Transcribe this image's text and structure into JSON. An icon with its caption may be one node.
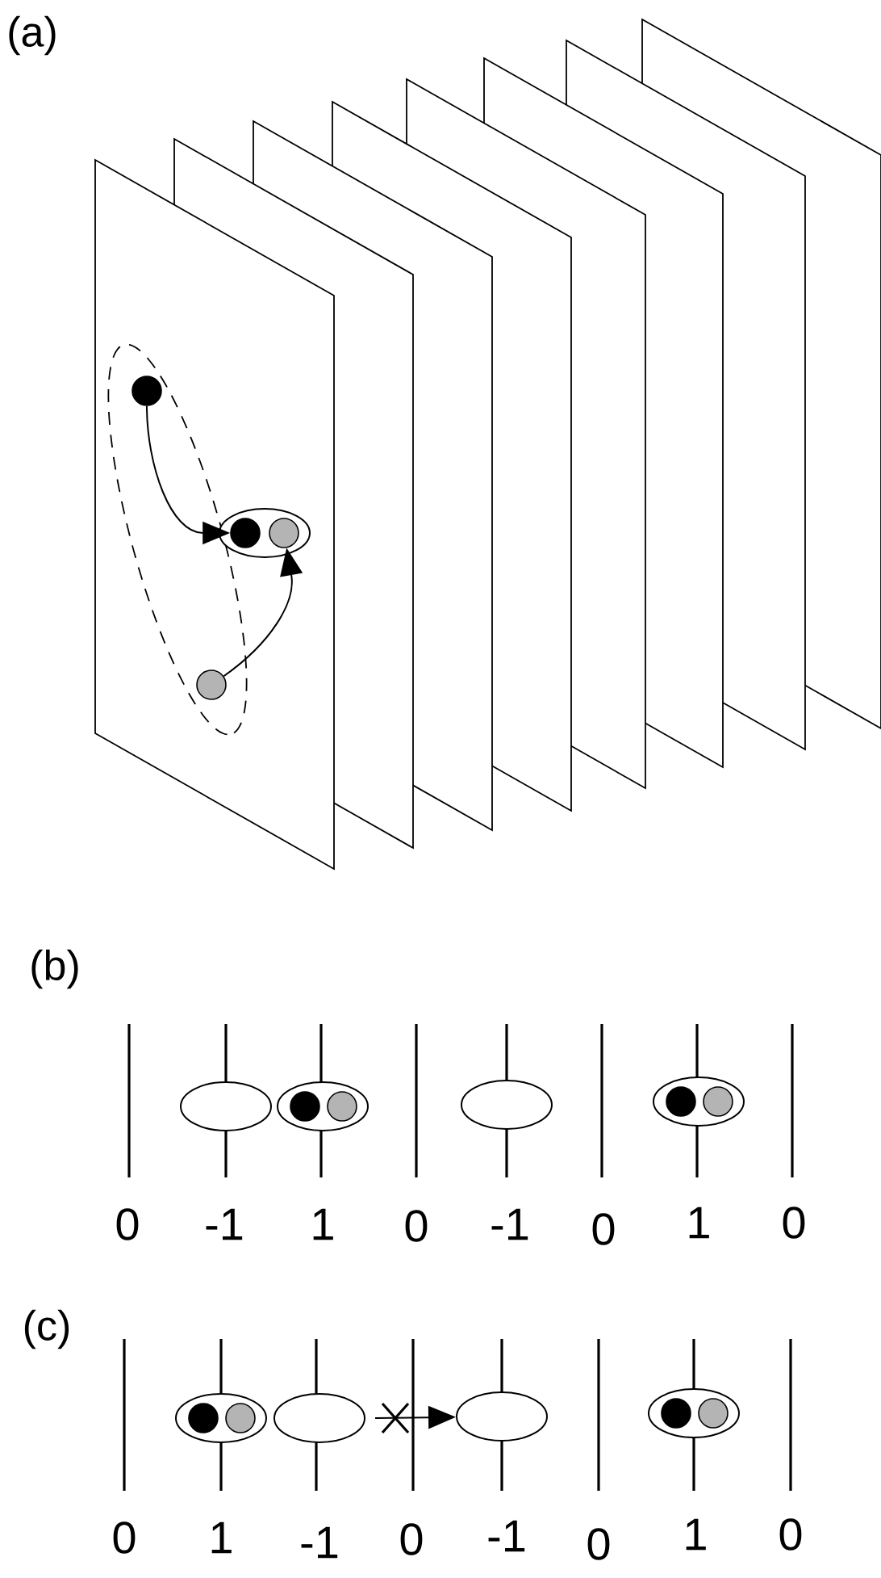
{
  "diagram": {
    "nodes": [
      {
        "text": [],
        "shape": "circle"
      },
      {
        "text": [],
        "shape": "ellipse"
      },
      {
        "text": [],
        "shape": "circle",
        "in": 1
      },
      {
        "text": [],
        "shape": "circle",
        "in": 1
      },
      {
        "text": [],
        "shape": "circle"
      },
      {
        "text": [],
        "shape": "ellipse"
      },
      {
        "text": [],
        "shape": "ellipse"
      },
      {
        "text": [],
        "shape": "circle",
        "in": 6
      },
      {
        "text": [],
        "shape": "circle",
        "in": 6
      },
      {
        "text": [],
        "shape": "ellipse"
      },
      {
        "text": [],
        "shape": "ellipse"
      },
      {
        "text": [],
        "shape": "circle",
        "in": 10
      },
      {
        "text": [],
        "shape": "circle",
        "in": 10
      },
      {
        "text": [],
        "shape": "ellipse"
      },
      {
        "text": [],
        "shape": "circle",
        "in": 13
      },
      {
        "text": [],
        "shape": "circle",
        "in": 13
      },
      {
        "text": [],
        "shape": "ellipse"
      },
      {
        "text": [],
        "shape": "ellipse"
      },
      {
        "text": [],
        "shape": "ellipse"
      },
      {
        "text": [],
        "shape": "circle",
        "in": 18
      },
      {
        "text": [],
        "shape": "circle",
        "in": 18
      }
    ],
    "edges": [
      {
        "from": 0,
        "to": 2,
        "arrow": "to"
      },
      {
        "from": 4,
        "to": 3,
        "arrow": "to"
      },
      {
        "from": 16,
        "to": 17,
        "arrow": "to"
      }
    ],
    "labels": [
      "(a)",
      "(b)",
      "0",
      "-1",
      "1",
      "0",
      "-1",
      "0",
      "1",
      "0",
      "(c)",
      "0",
      "1",
      "-1",
      "0",
      "-1",
      "0",
      "1",
      "0"
    ]
  }
}
